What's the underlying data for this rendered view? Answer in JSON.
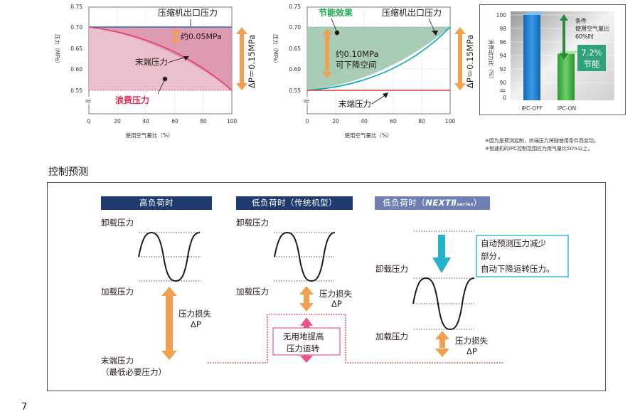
{
  "chart_left": {
    "type": "area",
    "y_ticks": [
      "0.75",
      "0.70",
      "0.65",
      "0.60",
      "0.55"
    ],
    "x_ticks": [
      "0",
      "20",
      "40",
      "60",
      "80",
      "100"
    ],
    "y_label": "压力（MPa）",
    "x_label": "使用空气量比（%）",
    "outlet_label": "压缩机出口压力",
    "diff_label": "约0.05MPa",
    "end_label": "末端压力",
    "waste_label": "浪费压力",
    "dp_label": "ΔP＝0.15MPa",
    "break_mark": "≈",
    "colors": {
      "outlet": "#2f66c2",
      "fill": "#d98fa9",
      "curve": "#e4386a",
      "waste": "#e0305a",
      "arrow": "#f0a050"
    }
  },
  "chart_middle": {
    "type": "area",
    "y_ticks": [
      "0.75",
      "0.70",
      "0.65",
      "0.60",
      "0.55"
    ],
    "x_ticks": [
      "0",
      "20",
      "40",
      "60",
      "80",
      "100"
    ],
    "y_label": "压力（MPa）",
    "x_label": "使用空气量比（%）",
    "saving_label": "节能效果",
    "outlet_label": "压缩机出口压力",
    "reduce_label_1": "约0.10MPa",
    "reduce_label_2": "可下降空间",
    "end_label": "末端压力",
    "dp_label": "ΔP＝0.15MPa",
    "break_mark": "≈",
    "colors": {
      "fill": "#a3c9b2",
      "curve": "#00a6b5",
      "end_line": "#e03a3a",
      "saving": "#1aa84a",
      "arrow": "#f0a050"
    }
  },
  "chart_right": {
    "type": "bar",
    "y_ticks": [
      "100",
      "98",
      "96",
      "94",
      "92",
      "90",
      "0"
    ],
    "y_label": "消费动力比（%）",
    "categories": [
      "IPC-OFF",
      "IPC-ON"
    ],
    "values": [
      100,
      92.8
    ],
    "condition_1": "条件",
    "condition_2": "使用空气量比",
    "condition_3": "60%时",
    "saving_value": "7.2%",
    "saving_text": "节能",
    "break_mark": "≈",
    "colors": {
      "off": "#1e78c8",
      "on": "#3aae3a",
      "badge": "#2fa27a",
      "arrow": "#2a8a40"
    }
  },
  "notes": [
    "※因为是预测控制，终端压力将随使用条件而变动。",
    "※恒速机的IPC控制范围应为用气量比50%以上。"
  ],
  "section_title": "控制预测",
  "panel": {
    "col1": {
      "header": "高负荷时",
      "unload": "卸载压力",
      "load": "加载压力",
      "loss_1": "压力损失",
      "loss_2": "ΔP",
      "end_1": "末端压力",
      "end_2": "（最低必要压力）"
    },
    "col2": {
      "header": "低负荷时（传统机型）",
      "unload": "卸载压力",
      "load": "加载压力",
      "loss_1": "压力损失",
      "loss_2": "ΔP",
      "useless_1": "无用地提高",
      "useless_2": "压力运转"
    },
    "col3": {
      "header_prefix": "低负荷时（",
      "header_brand": "NEXTⅡ",
      "header_series": "series",
      "header_suffix": "）",
      "note_1": "自动预测压力减少",
      "note_2": "部分，",
      "note_3": "自动下降运转压力。",
      "unload": "卸载压力",
      "load": "加载压力",
      "loss_1": "压力损失",
      "loss_2": "ΔP"
    },
    "colors": {
      "header_dark": "#1f3a6e",
      "header_light": "#6f7fb3",
      "arrow": "#f0a050",
      "cyan": "#2ab0c8",
      "pink": "#e8558a",
      "dotted": "#e03a3a"
    }
  },
  "page_number": "7"
}
